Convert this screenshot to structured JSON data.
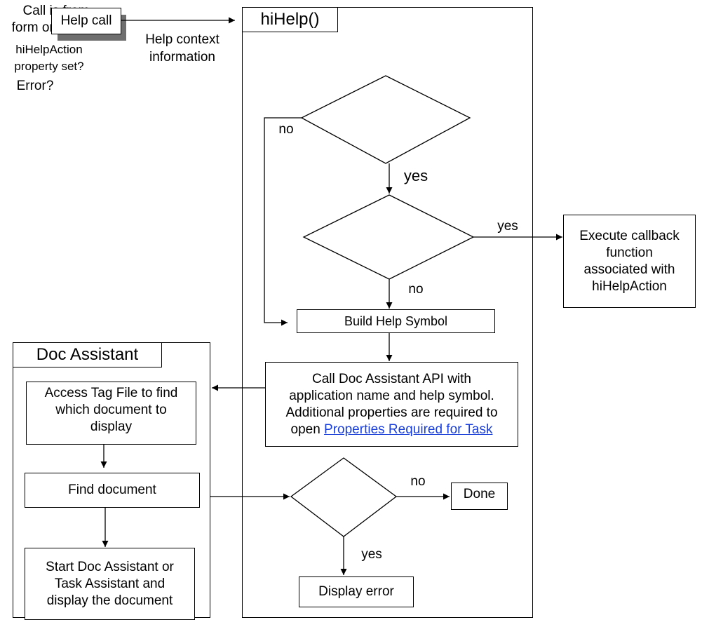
{
  "help_call": {
    "label": "Help call"
  },
  "context_label": {
    "line1": "Help context",
    "line2": "information"
  },
  "hihelp": {
    "title": "hiHelp()"
  },
  "decision_form": {
    "line1": "Call is from",
    "line2": "form or dialog?"
  },
  "edge_form_no": "no",
  "edge_form_yes": "yes",
  "decision_action": {
    "line1": "hiHelpAction",
    "line2": "property set?"
  },
  "edge_action_yes": "yes",
  "edge_action_no": "no",
  "execute_callback": {
    "line1": "Execute callback",
    "line2": "function",
    "line3": "associated with",
    "line4": "hiHelpAction"
  },
  "build_symbol": {
    "label": "Build Help Symbol"
  },
  "call_api": {
    "line1": "Call Doc Assistant API with",
    "line2": "application name and help symbol.",
    "line3": "Additional properties are required to",
    "line4_prefix": "open ",
    "line4_link": "Properties Required for Task"
  },
  "doc_assistant": {
    "title": "Doc Assistant"
  },
  "access_tag": {
    "line1": "Access Tag File to find",
    "line2": "which document to",
    "line3": "display"
  },
  "find_doc": {
    "label": "Find document"
  },
  "start_doc": {
    "line1": "Start Doc Assistant or",
    "line2": "Task Assistant and",
    "line3": "display the document"
  },
  "decision_error": {
    "label": "Error?"
  },
  "edge_error_no": "no",
  "edge_error_yes": "yes",
  "done": {
    "label": "Done"
  },
  "display_error": {
    "label": "Display error"
  }
}
